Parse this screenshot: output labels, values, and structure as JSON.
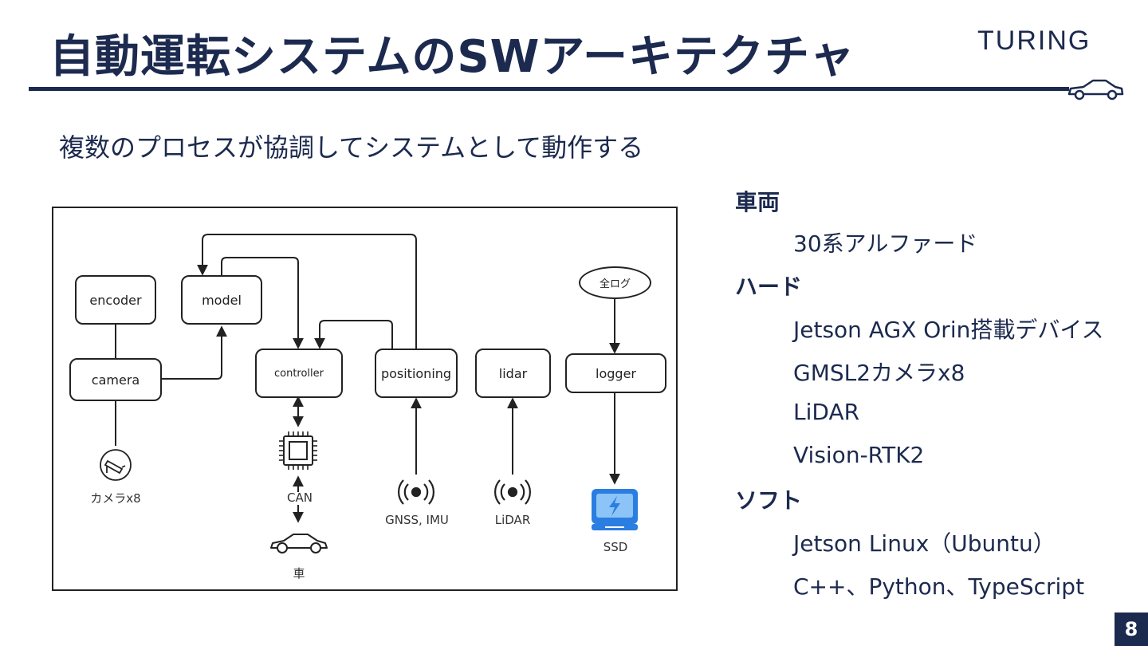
{
  "header": {
    "title": "自動運転システムのSWアーキテクチャ",
    "logo_text": "TURING"
  },
  "subtitle": "複数のプロセスが協調してシステムとして動作する",
  "diagram": {
    "nodes": {
      "encoder": "encoder",
      "model": "model",
      "camera": "camera",
      "controller": "controller",
      "positioning": "positioning",
      "lidar": "lidar",
      "logger": "logger",
      "all_logs": "全ログ"
    },
    "captions": {
      "camera_x8": "カメラx8",
      "can": "CAN",
      "car": "車",
      "gnss_imu": "GNSS, IMU",
      "lidar": "LiDAR",
      "ssd": "SSD"
    }
  },
  "specs": {
    "sections": [
      {
        "label": "車両",
        "items": [
          "30系アルファード"
        ]
      },
      {
        "label": "ハード",
        "items": [
          "Jetson AGX Orin搭載デバイス",
          "GMSL2カメラx8",
          "LiDAR",
          "Vision-RTK2"
        ]
      },
      {
        "label": "ソフト",
        "items": [
          "Jetson Linux（Ubuntu）",
          "C++、Python、TypeScript"
        ]
      }
    ]
  },
  "page_number": "8",
  "colors": {
    "navy": "#1c2a4f",
    "ssd_blue": "#2a7de1"
  }
}
